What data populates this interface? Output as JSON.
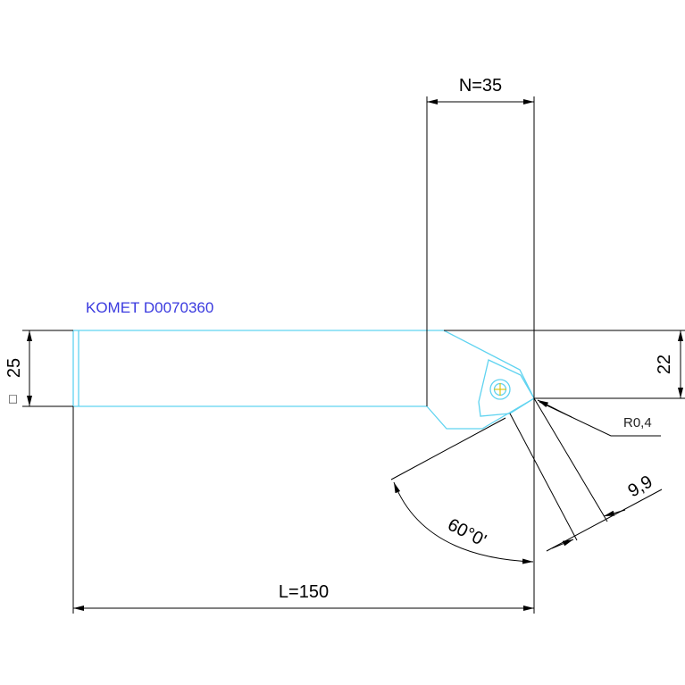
{
  "colors": {
    "tool_outline": "#5fd3f0",
    "dimension": "#000000",
    "label": "#3a3adf",
    "insert_mark": "#d8c200",
    "background": "#ffffff"
  },
  "label": {
    "text": "KOMET D0070360"
  },
  "dimensions": {
    "overall_length": "L=150",
    "offset_n": "N=35",
    "shank_square": "25",
    "square_symbol": "□",
    "height_22": "22",
    "corner_radius": "R0,4",
    "insert_size": "9,9",
    "angle": "60°0'"
  }
}
